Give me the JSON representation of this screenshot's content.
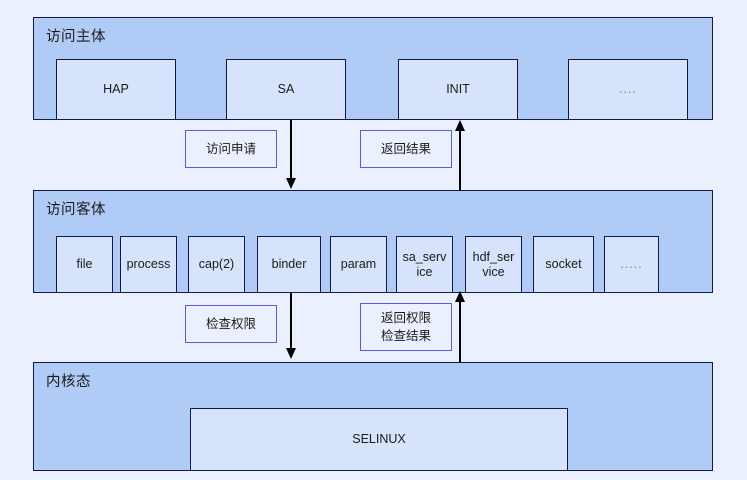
{
  "diagram": {
    "title": "SELINUX access control flow",
    "background": "#eaf0fd",
    "colors": {
      "layer_fill": "#b0cbf6",
      "box_fill": "#d6e3fb",
      "border": "#12194a",
      "label_border": "#5b5bd6",
      "label_fill": "#eaf0fd",
      "arrow": "#000000"
    }
  },
  "layers": [
    {
      "name": "access-subject",
      "title": "访问主体",
      "boxes": [
        {
          "label": "HAP"
        },
        {
          "label": "SA"
        },
        {
          "label": "INIT"
        },
        {
          "label": "...."
        }
      ]
    },
    {
      "name": "access-object",
      "title": "访问客体",
      "boxes": [
        {
          "label": "file"
        },
        {
          "label": "process"
        },
        {
          "label": "cap(2)"
        },
        {
          "label": "binder"
        },
        {
          "label": "param"
        },
        {
          "label": "sa_serv\nice"
        },
        {
          "label": "hdf_ser\nvice"
        },
        {
          "label": "socket"
        },
        {
          "label": "....."
        }
      ]
    },
    {
      "name": "kernel-mode",
      "title": "内核态",
      "boxes": [
        {
          "label": "SELINUX"
        }
      ]
    }
  ],
  "flow_labels": {
    "access_request": "访问申请",
    "return_result": "返回结果",
    "check_permission": "检查权限",
    "return_permission_result": "返回权限\n检查结果"
  }
}
